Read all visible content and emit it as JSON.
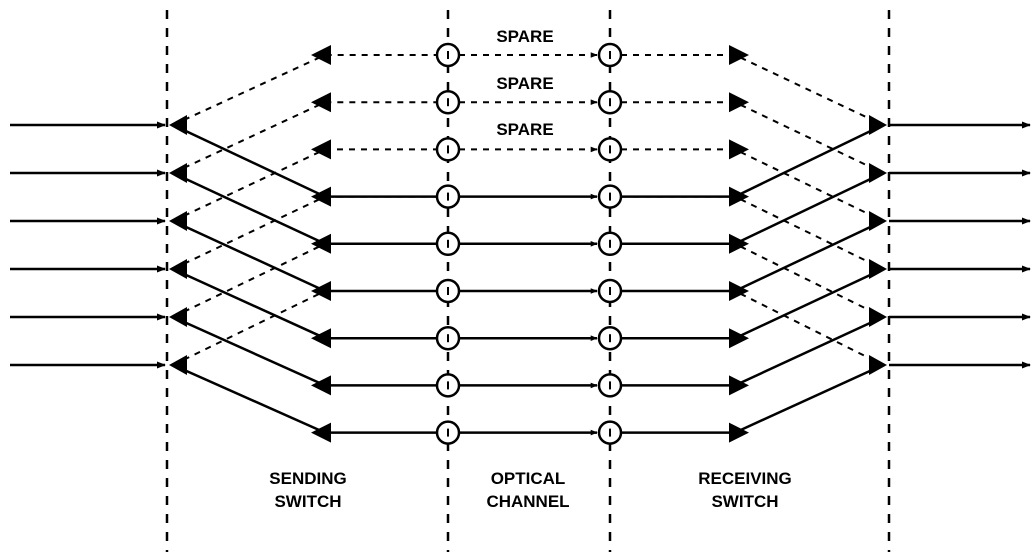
{
  "diagram": {
    "spare_label": "SPARE",
    "sections": {
      "sending": [
        "SENDING",
        "SWITCH"
      ],
      "optical": [
        "OPTICAL",
        "CHANNEL"
      ],
      "receiving": [
        "RECEIVING",
        "SWITCH"
      ]
    },
    "input_count": 6,
    "output_count": 6,
    "channel_count": 9,
    "spare_channel_count": 3
  }
}
